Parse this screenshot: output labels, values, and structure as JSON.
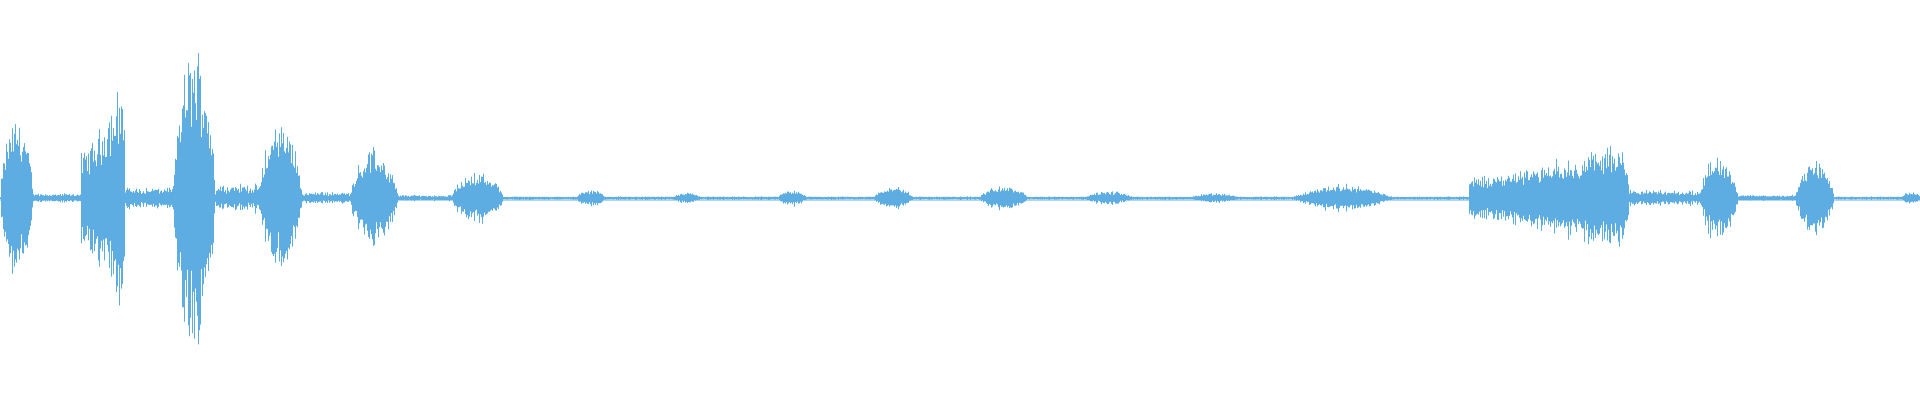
{
  "waveform": {
    "color": "#5dade2",
    "background": "#ffffff",
    "segments": [
      {
        "start": 0.0,
        "end": 0.017,
        "peak": 0.47,
        "shape": "burst"
      },
      {
        "start": 0.017,
        "end": 0.042,
        "peak": 0.03,
        "shape": "flat"
      },
      {
        "start": 0.042,
        "end": 0.065,
        "peak": 0.74,
        "shape": "rise"
      },
      {
        "start": 0.065,
        "end": 0.09,
        "peak": 0.07,
        "shape": "flat"
      },
      {
        "start": 0.09,
        "end": 0.112,
        "peak": 0.88,
        "shape": "burst"
      },
      {
        "start": 0.112,
        "end": 0.135,
        "peak": 0.09,
        "shape": "flat"
      },
      {
        "start": 0.135,
        "end": 0.157,
        "peak": 0.45,
        "shape": "burst"
      },
      {
        "start": 0.157,
        "end": 0.182,
        "peak": 0.04,
        "shape": "flat"
      },
      {
        "start": 0.182,
        "end": 0.207,
        "peak": 0.28,
        "shape": "burst"
      },
      {
        "start": 0.207,
        "end": 0.235,
        "peak": 0.02,
        "shape": "flat"
      },
      {
        "start": 0.235,
        "end": 0.262,
        "peak": 0.15,
        "shape": "burst"
      },
      {
        "start": 0.262,
        "end": 0.3,
        "peak": 0.01,
        "shape": "flat"
      },
      {
        "start": 0.3,
        "end": 0.315,
        "peak": 0.05,
        "shape": "burst"
      },
      {
        "start": 0.315,
        "end": 0.35,
        "peak": 0.01,
        "shape": "flat"
      },
      {
        "start": 0.35,
        "end": 0.365,
        "peak": 0.03,
        "shape": "burst"
      },
      {
        "start": 0.365,
        "end": 0.405,
        "peak": 0.01,
        "shape": "flat"
      },
      {
        "start": 0.405,
        "end": 0.42,
        "peak": 0.05,
        "shape": "burst"
      },
      {
        "start": 0.42,
        "end": 0.455,
        "peak": 0.01,
        "shape": "flat"
      },
      {
        "start": 0.455,
        "end": 0.475,
        "peak": 0.07,
        "shape": "burst"
      },
      {
        "start": 0.475,
        "end": 0.51,
        "peak": 0.01,
        "shape": "flat"
      },
      {
        "start": 0.51,
        "end": 0.535,
        "peak": 0.07,
        "shape": "burst"
      },
      {
        "start": 0.535,
        "end": 0.565,
        "peak": 0.01,
        "shape": "flat"
      },
      {
        "start": 0.565,
        "end": 0.59,
        "peak": 0.04,
        "shape": "burst"
      },
      {
        "start": 0.59,
        "end": 0.62,
        "peak": 0.01,
        "shape": "flat"
      },
      {
        "start": 0.62,
        "end": 0.645,
        "peak": 0.03,
        "shape": "burst"
      },
      {
        "start": 0.645,
        "end": 0.67,
        "peak": 0.01,
        "shape": "flat"
      },
      {
        "start": 0.67,
        "end": 0.728,
        "peak": 0.08,
        "shape": "swell"
      },
      {
        "start": 0.728,
        "end": 0.765,
        "peak": 0.01,
        "shape": "flat"
      },
      {
        "start": 0.765,
        "end": 0.848,
        "peak": 0.34,
        "shape": "rise"
      },
      {
        "start": 0.848,
        "end": 0.885,
        "peak": 0.05,
        "shape": "flat"
      },
      {
        "start": 0.885,
        "end": 0.905,
        "peak": 0.26,
        "shape": "burst"
      },
      {
        "start": 0.905,
        "end": 0.935,
        "peak": 0.02,
        "shape": "flat"
      },
      {
        "start": 0.935,
        "end": 0.955,
        "peak": 0.22,
        "shape": "burst"
      },
      {
        "start": 0.955,
        "end": 0.99,
        "peak": 0.01,
        "shape": "flat"
      },
      {
        "start": 0.99,
        "end": 1.0,
        "peak": 0.04,
        "shape": "burst"
      }
    ]
  }
}
